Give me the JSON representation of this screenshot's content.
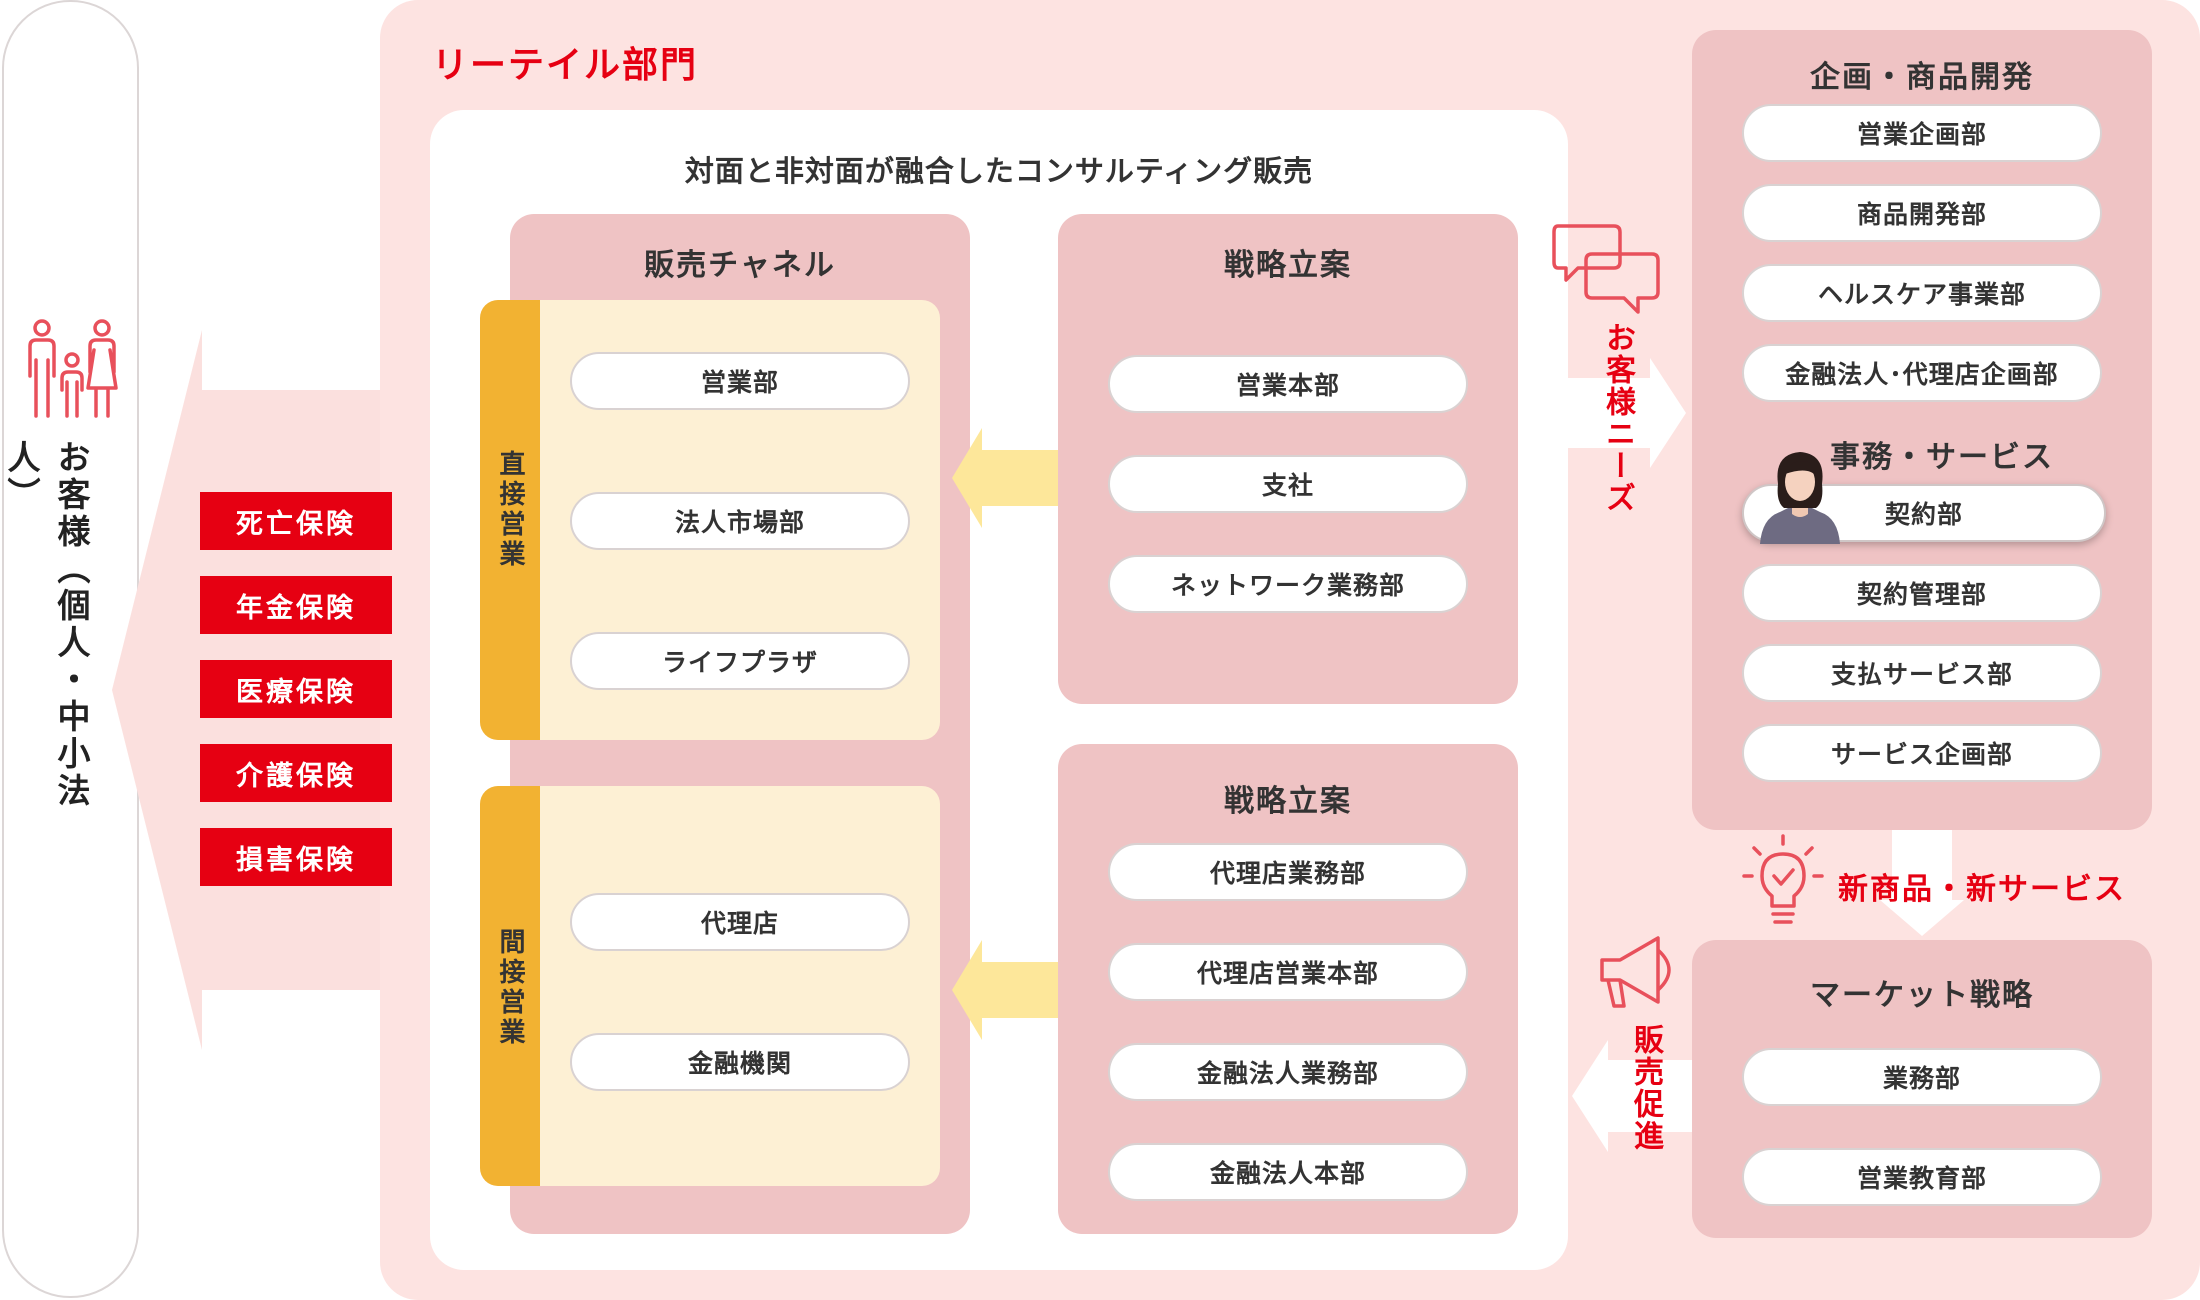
{
  "customer": {
    "label": "お客様（個人・中小法人）"
  },
  "products": [
    "死亡保険",
    "年金保険",
    "医療保険",
    "介護保険",
    "損害保険"
  ],
  "retail": {
    "title": "リーテイル部門",
    "consult_title": "対面と非対面が融合したコンサルティング販売",
    "sales_channel": {
      "title": "販売チャネル",
      "direct": {
        "label": "直接営業",
        "items": [
          "営業部",
          "法人市場部",
          "ライフプラザ"
        ]
      },
      "indirect": {
        "label": "間接営業",
        "items": [
          "代理店",
          "金融機関"
        ]
      }
    },
    "strategy_direct": {
      "title": "戦略立案",
      "items": [
        "営業本部",
        "支社",
        "ネットワーク業務部"
      ]
    },
    "strategy_indirect": {
      "title": "戦略立案",
      "items": [
        "代理店業務部",
        "代理店営業本部",
        "金融法人業務部",
        "金融法人本部"
      ]
    }
  },
  "planning": {
    "title": "企画・商品開発",
    "items": [
      "営業企画部",
      "商品開発部",
      "ヘルスケア事業部",
      "金融法人･代理店企画部"
    ]
  },
  "admin": {
    "title": "事務・サービス",
    "items": [
      "契約部",
      "契約管理部",
      "支払サービス部",
      "サービス企画部"
    ]
  },
  "market": {
    "title": "マーケット戦略",
    "items": [
      "業務部",
      "営業教育部"
    ]
  },
  "flows": {
    "needs": "お客様ニーズ",
    "new_products": "新商品・新サービス",
    "promotion": "販売促進"
  },
  "colors": {
    "accent": "#e60012",
    "retail_bg": "#fde3e1",
    "panel": "#efc3c4",
    "channel": "#fdf0d4",
    "bar": "#f2b232"
  },
  "icons": [
    "family-icon",
    "chat-bubbles-icon",
    "lightbulb-icon",
    "megaphone-icon",
    "person-photo"
  ]
}
